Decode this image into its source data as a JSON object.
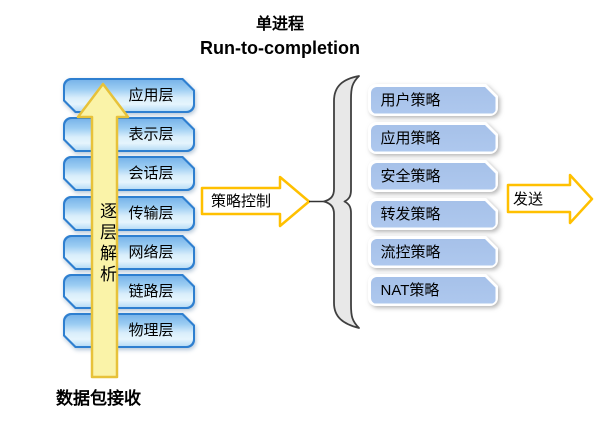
{
  "title": {
    "line1": "单进程",
    "line2": "Run-to-completion"
  },
  "stack": {
    "layers": [
      "应用层",
      "表示层",
      "会话层",
      "传输层",
      "网络层",
      "链路层",
      "物理层"
    ],
    "arrow_label": "逐层解析",
    "receive_label": "数据包接收"
  },
  "policy_arrow": {
    "label": "策略控制"
  },
  "send_arrow": {
    "label": "发送"
  },
  "policies": {
    "items": [
      "用户策略",
      "应用策略",
      "安全策略",
      "转发策略",
      "流控策略",
      "NAT策略"
    ]
  },
  "colors": {
    "layer_box_border": "#2e7fd0",
    "layer_box_fill_top": "#79b4ea",
    "layer_box_fill_light": "#d9eefb",
    "policy_box_fill": "#a9c4eb",
    "up_arrow_fill": "#faf3a8",
    "up_arrow_stroke": "#e7c23a",
    "block_arrow_stroke": "#ffc000",
    "brace_fill": "#e8e8e8",
    "brace_stroke": "#404040"
  }
}
